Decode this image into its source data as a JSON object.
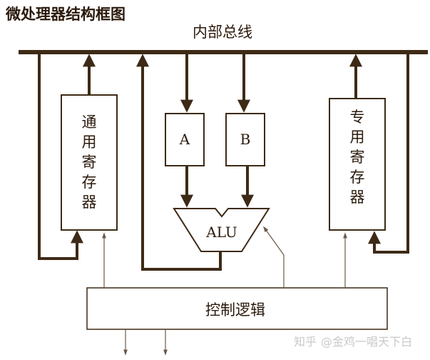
{
  "title": "微处理器结构框图",
  "bus_label": "内部总线",
  "blocks": {
    "general_registers": [
      "通",
      "用",
      "寄",
      "存",
      "器"
    ],
    "special_registers": [
      "专",
      "用",
      "寄",
      "存",
      "器"
    ],
    "register_a": "A",
    "register_b": "B",
    "alu": "ALU",
    "control_logic": "控制逻辑"
  },
  "watermark": {
    "site": "知乎",
    "author": "@金鸡一唱天下白"
  },
  "colors": {
    "bus": "#3d2a16",
    "line": "#3d2a16",
    "thin_line": "#6b5a4a",
    "text": "#2b1a0c",
    "watermark": "#c9c9c9"
  }
}
